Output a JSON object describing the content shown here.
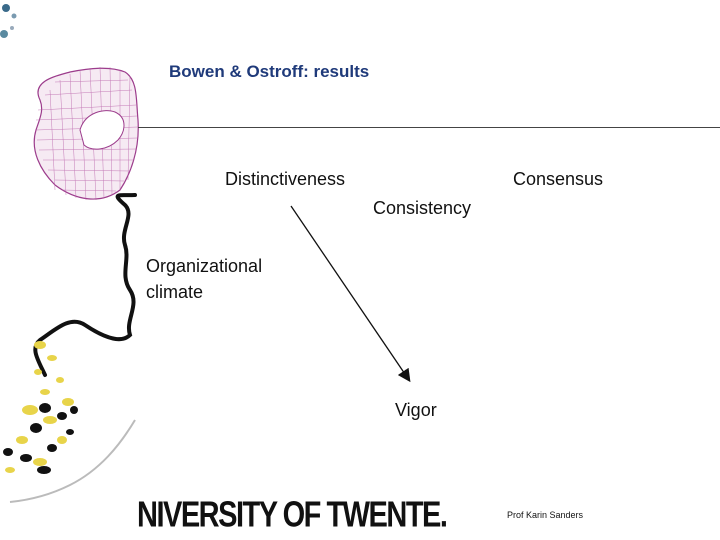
{
  "slide": {
    "title": "Bowen & Ostroff: results",
    "labels": {
      "distinctiveness": "Distinctiveness",
      "consensus": "Consensus",
      "consistency": "Consistency",
      "organizational_climate": "Organizational climate",
      "vigor": "Vigor"
    },
    "logo_text": "NIVERSITY OF TWENTE.",
    "footer": "Prof Karin Sanders",
    "colors": {
      "title": "#1f3a7a",
      "mesh": "#9c3c8c",
      "accent_yellow": "#e8d44a"
    }
  }
}
